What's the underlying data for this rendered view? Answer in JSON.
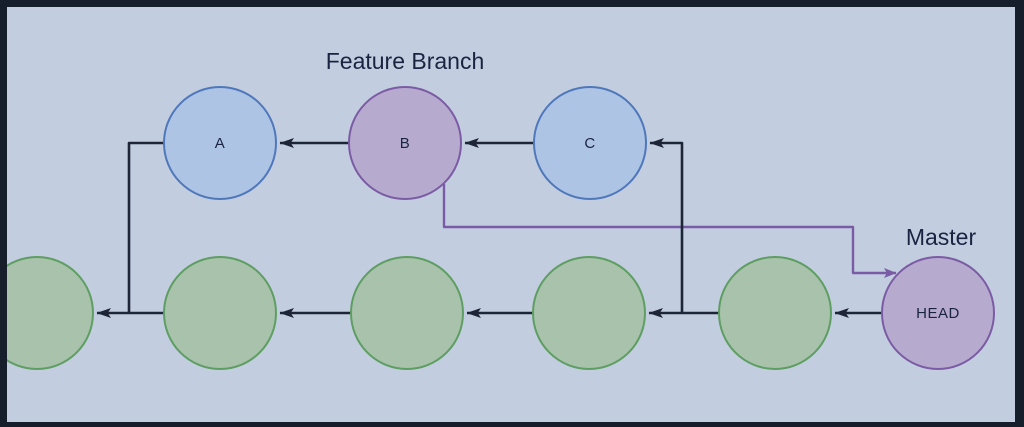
{
  "diagram": {
    "type": "git-branch-diagram",
    "feature_branch": {
      "label": "Feature Branch",
      "commits": [
        {
          "id": "A"
        },
        {
          "id": "B"
        },
        {
          "id": "C"
        }
      ]
    },
    "master_branch": {
      "label": "Master",
      "head_label": "HEAD",
      "unlabeled_commit_count": 5
    },
    "relationships": [
      "B -> A",
      "C -> B",
      "C connects down to master line",
      "A connects down to master line",
      "HEAD -> previous master commits (chain of left arrows)",
      "B -> HEAD (purple merge/pointer arrow)"
    ]
  },
  "colors": {
    "background": "#c3cde0",
    "frame": "#171e2b",
    "commit_blue_fill": "#aec4e5",
    "commit_blue_stroke": "#4f78bb",
    "commit_purple_fill": "#b7aacf",
    "commit_purple_stroke": "#7b5ca4",
    "commit_green_fill": "#a8c2ab",
    "commit_green_stroke": "#5e9e62",
    "arrow_black": "#1c2637",
    "arrow_purple": "#7a5ca6",
    "text": "#1a2340"
  }
}
